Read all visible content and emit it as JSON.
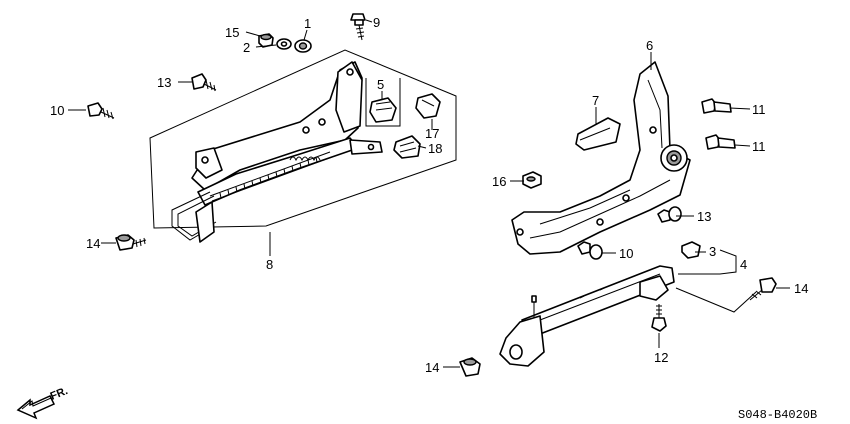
{
  "diagram_code": "S048-B4020B",
  "direction_label": "FR.",
  "callouts": {
    "c1": "1",
    "c2": "2",
    "c3": "3",
    "c4": "4",
    "c5": "5",
    "c6": "6",
    "c7": "7",
    "c8": "8",
    "c9": "9",
    "c10a": "10",
    "c10b": "10",
    "c11a": "11",
    "c11b": "11",
    "c12": "12",
    "c13a": "13",
    "c13b": "13",
    "c14a": "14",
    "c14b": "14",
    "c14c": "14",
    "c15": "15",
    "c16": "16",
    "c17": "17",
    "c18": "18"
  },
  "colors": {
    "line": "#000000",
    "shade": "#9a9a9a",
    "background": "#ffffff"
  }
}
